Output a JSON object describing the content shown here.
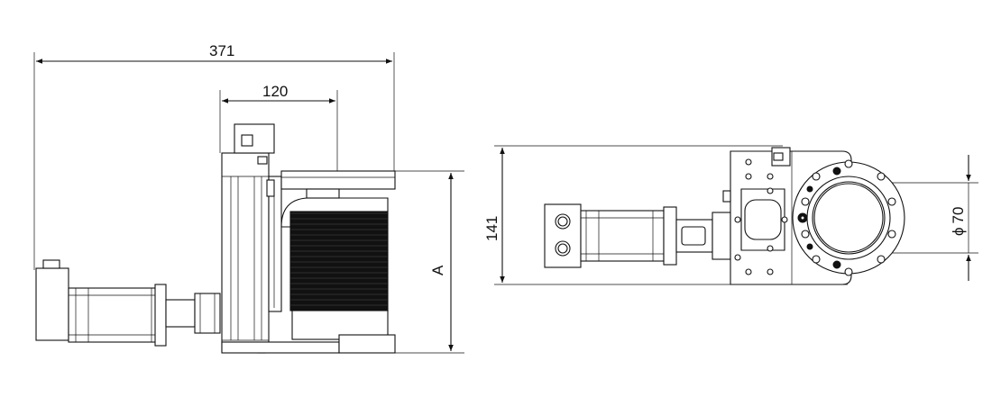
{
  "dimensions": {
    "overall_length": "371",
    "stroke_width": "120",
    "height_a": "A",
    "side_height": "141",
    "bore_diameter_symbol": "ϕ",
    "bore_diameter": "70"
  }
}
